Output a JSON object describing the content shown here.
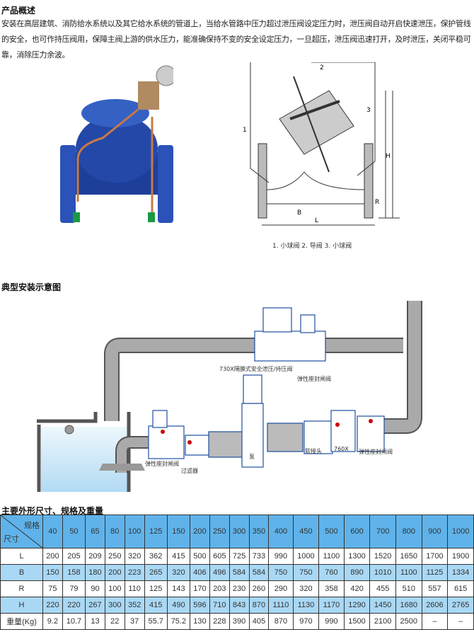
{
  "overview": {
    "title": "产品概述",
    "text": "安装在高层建筑、消防给水系统以及其它给水系统的管道上，当给水管路中压力超过泄压阀设定压力时，泄压阀自动开启快速泄压，保护管线的安全，也可作持压阀用，保障主阀上游的供水压力，能准确保持不变的安全设定压力，一旦超压，泄压阀迅速打开，及时泄压，关闭平稳可靠，消除压力余波。"
  },
  "drawing": {
    "callouts": [
      "1",
      "2",
      "3"
    ],
    "dims": [
      "H",
      "R",
      "B",
      "L"
    ],
    "caption": "1. 小球阀  2. 导阀  3. 小球阀"
  },
  "install": {
    "title": "典型安装示意图",
    "labels": {
      "main_valve": "730X隔膜式安全泄压/持压阀",
      "gate_valve_top": "弹性座封闸阀",
      "gate_valve_left": "弹性座封闸阀",
      "filter": "过滤器",
      "pump": "泵",
      "flex_joint": "软接头",
      "check_valve": "760X",
      "gate_valve_right": "弹性座封闸阀"
    }
  },
  "table": {
    "title": "主要外形尺寸、规格及重量",
    "corner_top": "规格",
    "corner_bottom": "尺寸",
    "sizes": [
      "40",
      "50",
      "65",
      "80",
      "100",
      "125",
      "150",
      "200",
      "250",
      "300",
      "350",
      "400",
      "450",
      "500",
      "600",
      "700",
      "800",
      "900",
      "1000"
    ],
    "rows": [
      {
        "label": "L",
        "values": [
          "200",
          "205",
          "209",
          "250",
          "320",
          "362",
          "415",
          "500",
          "605",
          "725",
          "733",
          "990",
          "1000",
          "1100",
          "1300",
          "1520",
          "1650",
          "1700",
          "1900"
        ]
      },
      {
        "label": "B",
        "values": [
          "150",
          "158",
          "180",
          "200",
          "223",
          "265",
          "320",
          "406",
          "496",
          "584",
          "584",
          "750",
          "750",
          "760",
          "890",
          "1010",
          "1100",
          "1125",
          "1334"
        ]
      },
      {
        "label": "R",
        "values": [
          "75",
          "79",
          "90",
          "100",
          "110",
          "125",
          "143",
          "170",
          "203",
          "230",
          "260",
          "290",
          "320",
          "358",
          "420",
          "455",
          "510",
          "557",
          "615"
        ]
      },
      {
        "label": "H",
        "values": [
          "220",
          "220",
          "267",
          "300",
          "352",
          "415",
          "490",
          "596",
          "710",
          "843",
          "870",
          "1110",
          "1130",
          "1170",
          "1290",
          "1450",
          "1680",
          "2606",
          "2765"
        ]
      },
      {
        "label": "重量(Kg)",
        "values": [
          "9.2",
          "10.7",
          "13",
          "22",
          "37",
          "55.7",
          "75.2",
          "130",
          "228",
          "390",
          "405",
          "870",
          "970",
          "990",
          "1500",
          "2100",
          "2500",
          "–",
          "–"
        ]
      }
    ]
  },
  "colors": {
    "header_blue": "#5fb3ea",
    "row_blue": "#a9d8f5",
    "valve_blue": "#1f4fa0",
    "pipe_gray": "#9a9a9a"
  }
}
